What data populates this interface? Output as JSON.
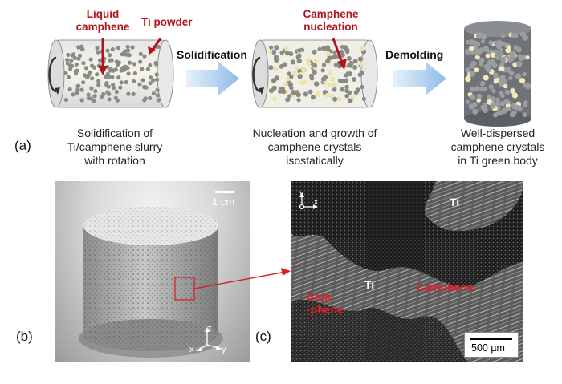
{
  "panel_a": {
    "letter": "(a)",
    "label_liquid_camphene": "Liquid\ncamphene",
    "label_ti_powder": "Ti powder",
    "label_camphene_nucleation": "Camphene\nnucleation",
    "step1": "Solidification",
    "step2": "Demolding",
    "caption1": "Solidification of\nTi/camphene slurry\nwith rotation",
    "caption2": "Nucleation and growth of\ncamphene crystals\nisostatically",
    "caption3": "Well-dispersed\ncamphene crystals\nin Ti green body"
  },
  "panel_b": {
    "letter": "(b)",
    "scale_label": "1 cm",
    "axis_z": "z",
    "axis_x": "x",
    "axis_y": "y"
  },
  "panel_c": {
    "letter": "(c)",
    "label_ti_top": "Ti",
    "label_ti_mid": "Ti",
    "label_camphene": "Camphene",
    "label_camphene_left": "Cam\n-phene",
    "scale_label": "500 µm",
    "axis_y": "y",
    "axis_x": "x"
  },
  "colors": {
    "red_annotation": "#b2141e",
    "arrow_blue": "#9cc3ea"
  }
}
